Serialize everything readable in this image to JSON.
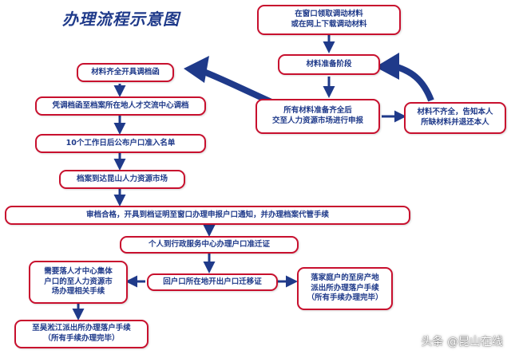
{
  "title": "办理流程示意图",
  "colors": {
    "box_border": "#c8102e",
    "text": "#1f3a8a",
    "arrow": "#1f3a8a"
  },
  "nodes": {
    "get_materials": [
      "在窗口领取调动材料",
      "或在网上下载调动材料"
    ],
    "prepare": [
      "材料准备阶段"
    ],
    "submit": [
      "所有材料准备齐全后",
      "交至人力资源市场进行申报"
    ],
    "incomplete": [
      "材料不齐全，告知本人",
      "所缺材料并退还本人"
    ],
    "complete": [
      "材料齐全开具调档函"
    ],
    "transfer": [
      "凭调档函至档案所在地人才交流中心调档"
    ],
    "publish": [
      "10个工作日后公布户口准入名单"
    ],
    "arrive": [
      "档案到达昆山人力资源市场"
    ],
    "review": [
      "审档合格，开具到档证明至窗口办理申报户口通知，并办理档案代管手续"
    ],
    "service": [
      "个人到行政服务中心办理户口准迁证"
    ],
    "collective": [
      "需要落人才中心集体",
      "户口的至人力资源市",
      "场办理相关手续"
    ],
    "return": [
      "回户口所在地开出户口迁移证"
    ],
    "family": [
      "落家庭户的至房产地",
      "派出所办理落户手续",
      "（所有手续办理完毕）"
    ],
    "wusong": [
      "至吴淞江派出所办理落户手续",
      "（所有手续办理完毕）"
    ]
  },
  "watermark": "头条 @昆山在线"
}
